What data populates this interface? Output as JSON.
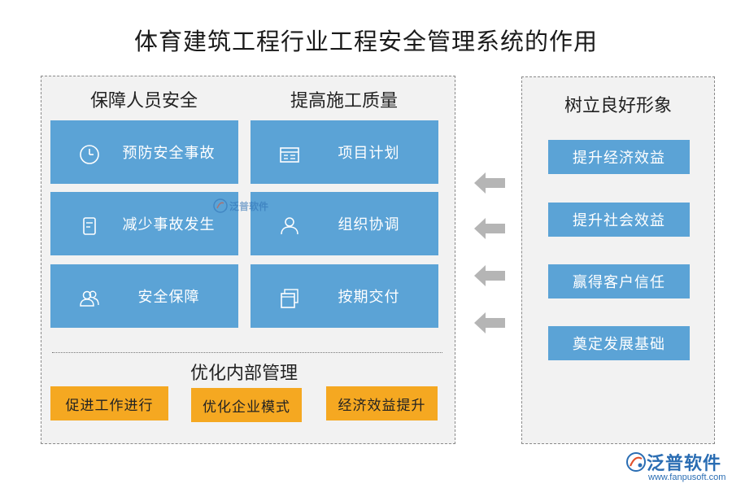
{
  "title": "体育建筑工程行业工程安全管理系统的作用",
  "left_panel": {
    "section1_title": "保障人员安全",
    "section2_title": "提高施工质量",
    "section1_items": [
      {
        "label": "预防安全事故",
        "icon": "clock-icon"
      },
      {
        "label": "减少事故发生",
        "icon": "document-icon"
      },
      {
        "label": "安全保障",
        "icon": "users-icon"
      }
    ],
    "section2_items": [
      {
        "label": "项目计划",
        "icon": "schedule-icon"
      },
      {
        "label": "组织协调",
        "icon": "user-icon"
      },
      {
        "label": "按期交付",
        "icon": "pages-icon"
      }
    ],
    "bottom_title": "优化内部管理",
    "bottom_items": [
      "促进工作进行",
      "优化企业模式",
      "经济效益提升"
    ]
  },
  "right_panel": {
    "title": "树立良好形象",
    "items": [
      "提升经济效益",
      "提升社会效益",
      "赢得客户信任",
      "奠定发展基础"
    ]
  },
  "watermark": {
    "center_text": "泛普软件"
  },
  "logo": {
    "name": "泛普软件",
    "url": "www.fanpusoft.com"
  },
  "colors": {
    "blue_box": "#5ba3d6",
    "orange_box": "#f5a821",
    "panel_bg": "#f2f2f2",
    "arrow": "#b5b5b5",
    "logo": "#2a6db3"
  }
}
